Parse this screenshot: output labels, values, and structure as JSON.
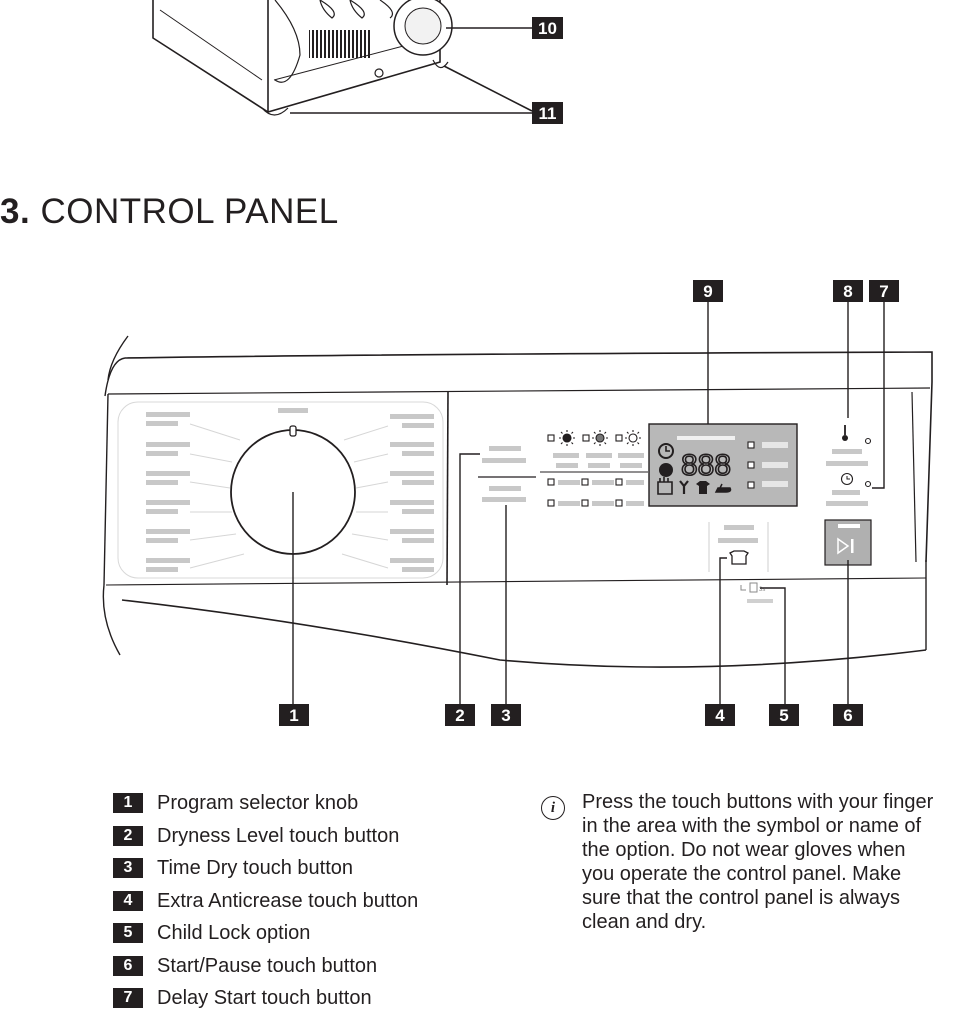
{
  "section": {
    "number": "3.",
    "title": "CONTROL PANEL"
  },
  "callouts": {
    "top": [
      "10",
      "11"
    ],
    "panel": [
      "1",
      "2",
      "3",
      "4",
      "5",
      "6",
      "7",
      "8",
      "9"
    ]
  },
  "display": {
    "digits": "888"
  },
  "legend": [
    {
      "num": "1",
      "label": "Program selector knob"
    },
    {
      "num": "2",
      "label": "Dryness Level touch button"
    },
    {
      "num": "3",
      "label": "Time Dry touch button"
    },
    {
      "num": "4",
      "label": "Extra Anticrease touch button"
    },
    {
      "num": "5",
      "label": "Child Lock option"
    },
    {
      "num": "6",
      "label": "Start/Pause touch button"
    },
    {
      "num": "7",
      "label": "Delay Start touch button"
    }
  ],
  "note": {
    "icon": "info-icon",
    "text": "Press the touch buttons with your finger in the area with the symbol or name of the option. Do not wear gloves when you operate the control panel. Make sure that the control panel is always clean and dry."
  }
}
